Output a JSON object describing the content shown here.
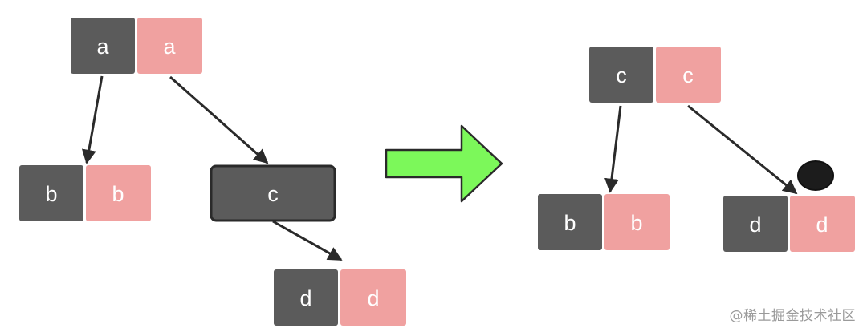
{
  "colors": {
    "dark_cell": "#5b5b5b",
    "pink_cell": "#f0a1a0",
    "arrow": "#2a2a2a",
    "transition_arrow_fill": "#7cf85a",
    "transition_arrow_stroke": "#2a2a2a",
    "marker": "#1c1c1c"
  },
  "before_tree": {
    "node_a": {
      "key": "a",
      "value": "a"
    },
    "node_b": {
      "key": "b",
      "value": "b"
    },
    "node_c": {
      "key": "c"
    },
    "node_d": {
      "key": "d",
      "value": "d"
    }
  },
  "after_tree": {
    "node_c": {
      "key": "c",
      "value": "c"
    },
    "node_b": {
      "key": "b",
      "value": "b"
    },
    "node_d": {
      "key": "d",
      "value": "d"
    }
  },
  "watermark": "@稀土掘金技术社区"
}
